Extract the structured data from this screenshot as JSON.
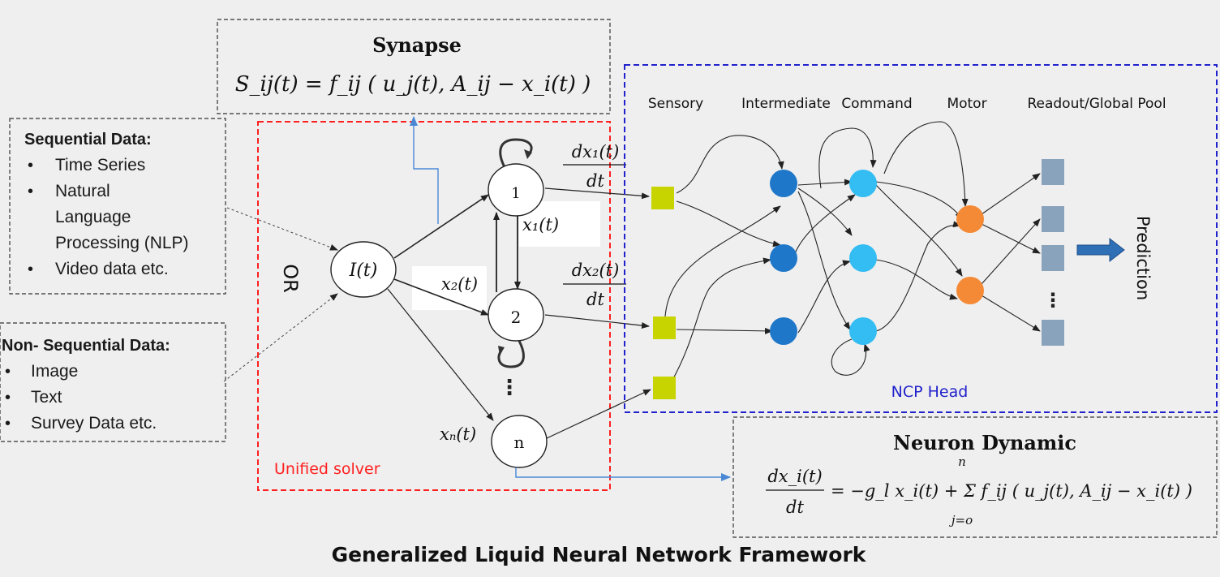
{
  "synapse": {
    "title": "Synapse",
    "equation": "S_ij(t) = f_ij ( u_j(t), A_ij − x_i(t) )"
  },
  "sequential": {
    "title": "Sequential Data:",
    "items": [
      "Time Series",
      "Natural",
      "Language",
      "Processing (NLP)",
      "Video data etc."
    ]
  },
  "non_sequential": {
    "title": "Non- Sequential Data:",
    "items": [
      "Image",
      "Text",
      "Survey Data etc."
    ]
  },
  "or_label": "OR",
  "input_node": "I(t)",
  "neuron_nodes": [
    "1",
    "2",
    "n"
  ],
  "edge_labels": {
    "x1": "x₁(t)",
    "x2": "x₂(t)",
    "xn": "xₙ(t)",
    "dx1_num": "dx₁(t)",
    "dx2_num": "dx₂(t)",
    "dt": "dt"
  },
  "ellipsis": "⋮",
  "unified_solver_label": "Unified solver",
  "ncp": {
    "layers": [
      "Sensory",
      "Intermediate",
      "Command",
      "Motor",
      "Readout/Global Pool"
    ],
    "head_label": "NCP Head",
    "prediction_label": "Prediction"
  },
  "neuron_dynamic": {
    "title": "Neuron Dynamic",
    "lhs_num": "dx_i(t)",
    "lhs_den": "dt",
    "rhs": "= −g_l x_i(t) + Σ f_ij ( u_j(t), A_ij − x_i(t) )",
    "sum_top": "n",
    "sum_bottom": "j=o"
  },
  "figure_title": "Generalized Liquid Neural Network Framework",
  "colors": {
    "background": "#efefef",
    "solver_box": "#ff2020",
    "ncp_box": "#2222cc",
    "sensory": "#c8d400",
    "intermediate": "#1f77c9",
    "command": "#33bdf2",
    "motor": "#f58a36",
    "readout": "#8aa3bd",
    "blue_arrow": "#4a88d6",
    "prediction_arrow": "#2f6fb5"
  }
}
